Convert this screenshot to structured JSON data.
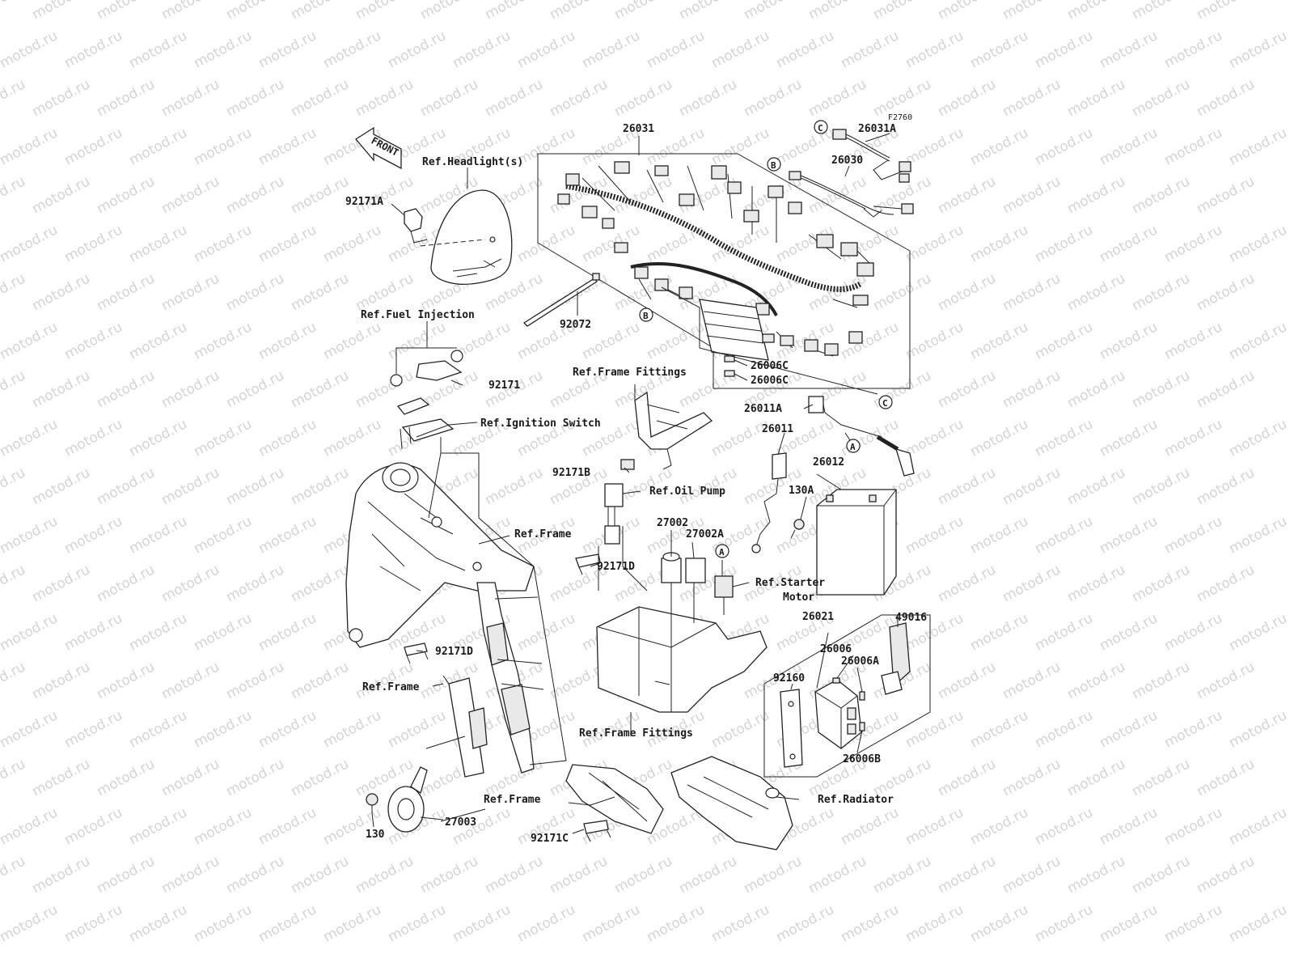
{
  "watermark": "motod.ru",
  "figure_code": "F2760",
  "front_label": "FRONT",
  "ref_labels": {
    "headlight": "Ref.Headlight(s)",
    "fuel_injection": "Ref.Fuel Injection",
    "ignition_switch": "Ref.Ignition Switch",
    "frame_fittings_top": "Ref.Frame Fittings",
    "oil_pump": "Ref.Oil Pump",
    "frame_upper": "Ref.Frame",
    "starter_motor_1": "Ref.Starter",
    "starter_motor_2": "Motor",
    "frame_left": "Ref.Frame",
    "frame_fittings_bottom": "Ref.Frame Fittings",
    "frame_bottom": "Ref.Frame",
    "radiator": "Ref.Radiator"
  },
  "part_numbers": {
    "p26031": "26031",
    "p26031A": "26031A",
    "p26030": "26030",
    "p92171A": "92171A",
    "p92072": "92072",
    "p92171": "92171",
    "p26006C_1": "26006C",
    "p26006C_2": "26006C",
    "p26011A": "26011A",
    "p26011": "26011",
    "p26012": "26012",
    "p130A": "130A",
    "p92171B": "92171B",
    "p27002": "27002",
    "p27002A": "27002A",
    "p92171D_1": "92171D",
    "p92171D_2": "92171D",
    "p26021": "26021",
    "p49016": "49016",
    "p26006": "26006",
    "p26006A": "26006A",
    "p92160": "92160",
    "p26006B": "26006B",
    "p130": "130",
    "p27003": "27003",
    "p92171C": "92171C"
  },
  "callouts": {
    "c_top": "C",
    "b_top": "B",
    "b_mid": "B",
    "c_bottom": "C",
    "a_top": "A",
    "a_bottom": "A"
  }
}
